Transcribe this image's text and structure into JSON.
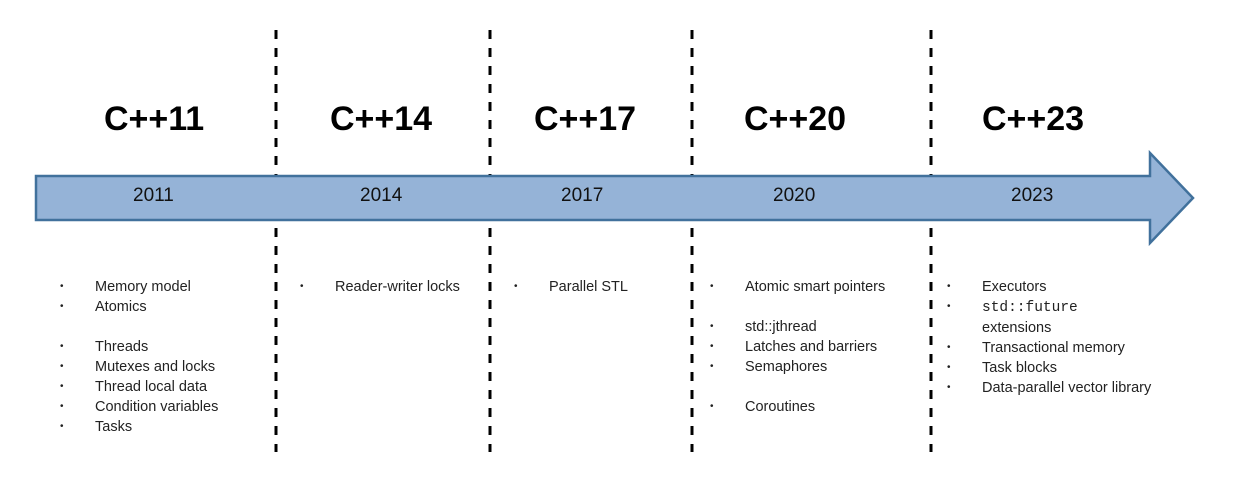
{
  "eras": [
    {
      "standard": "C++11",
      "year": "2011",
      "features": [
        {
          "text": "Memory model"
        },
        {
          "text": "Atomics"
        },
        {
          "text": "Threads",
          "gap": true
        },
        {
          "text": "Mutexes and locks"
        },
        {
          "text": "Thread local data"
        },
        {
          "text": "Condition variables"
        },
        {
          "text": "Tasks"
        }
      ]
    },
    {
      "standard": "C++14",
      "year": "2014",
      "features": [
        {
          "text": "Reader-writer locks"
        }
      ]
    },
    {
      "standard": "C++17",
      "year": "2017",
      "features": [
        {
          "text": "Parallel STL"
        }
      ]
    },
    {
      "standard": "C++20",
      "year": "2020",
      "features": [
        {
          "text": "Atomic smart pointers"
        },
        {
          "text": "std::jthread",
          "gap": true
        },
        {
          "text": "Latches and barriers"
        },
        {
          "text": "Semaphores"
        },
        {
          "text": "Coroutines",
          "gap": true
        }
      ]
    },
    {
      "standard": "C++23",
      "year": "2023",
      "features": [
        {
          "text": "Executors"
        },
        {
          "code": "std::future",
          "text": "extensions"
        },
        {
          "text": "Transactional memory"
        },
        {
          "text": "Task blocks"
        },
        {
          "text": "Data-parallel vector library"
        }
      ]
    }
  ],
  "colors": {
    "arrow_fill": "#95b3d7",
    "arrow_stroke": "#41719c",
    "divider": "#000000"
  }
}
